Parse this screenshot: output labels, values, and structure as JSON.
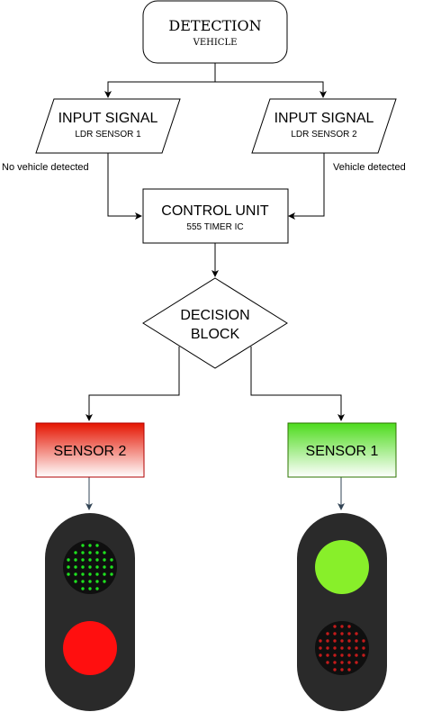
{
  "detection": {
    "title": "DETECTION",
    "subtitle": "VEHICLE"
  },
  "input_left": {
    "title": "INPUT SIGNAL",
    "subtitle": "LDR SENSOR 1"
  },
  "input_right": {
    "title": "INPUT SIGNAL",
    "subtitle": "LDR SENSOR 2"
  },
  "edge_labels": {
    "left": "No vehicle detected",
    "right": "Vehicle detected"
  },
  "control": {
    "title": "CONTROL UNIT",
    "subtitle": "555 TIMER IC"
  },
  "decision": {
    "line1": "DECISION",
    "line2": "BLOCK"
  },
  "sensor_left": {
    "label": "SENSOR 2",
    "color_top": "#e51400",
    "color_bottom": "#ffffff"
  },
  "sensor_right": {
    "label": "SENSOR 1",
    "color_top": "#4ddb1c",
    "color_bottom": "#ffffff"
  },
  "traffic_light_left": {
    "top_lamp": "green-dotted",
    "bottom_lamp": "red-solid"
  },
  "traffic_light_right": {
    "top_lamp": "green-solid",
    "bottom_lamp": "red-dotted"
  },
  "colors": {
    "stroke": "#000000",
    "arrow": "#314354",
    "housing": "#2a2a2a",
    "green_on": "#88ef2a",
    "green_dot": "#1ee01e",
    "red_on": "#ff0f0f",
    "red_dot": "#c41b1b",
    "lamp_off": "#0f0f0f"
  }
}
